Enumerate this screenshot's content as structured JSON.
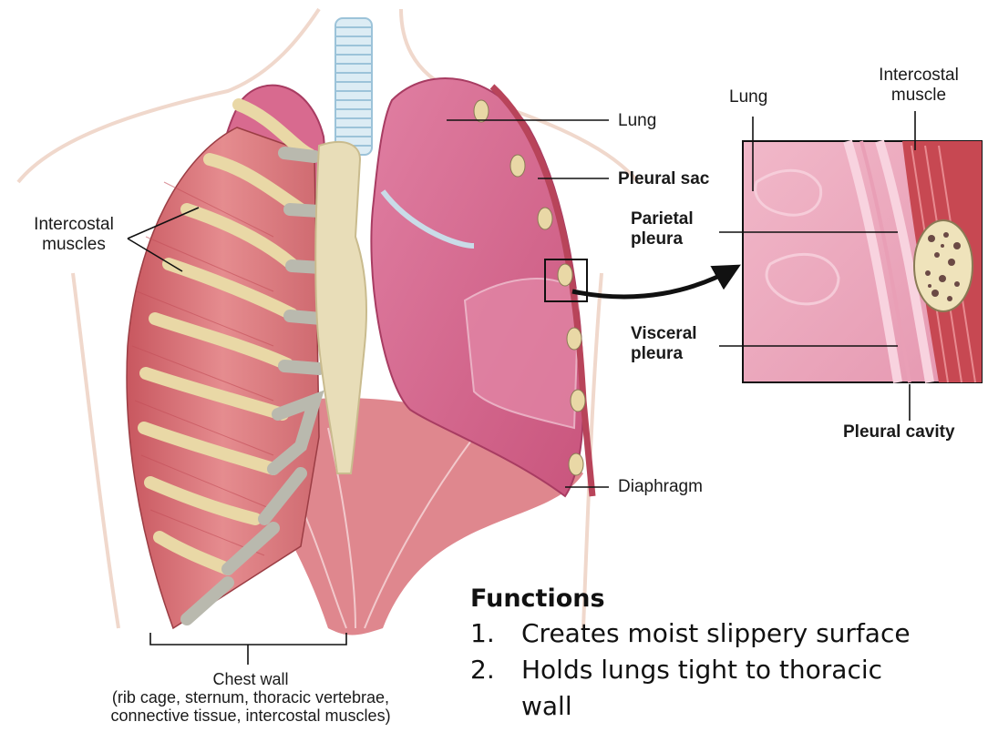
{
  "labels": {
    "intercostal_muscles_left": [
      "Intercostal",
      "muscles"
    ],
    "lung": "Lung",
    "pleural_sac": "Pleural sac",
    "parietal_pleura": [
      "Parietal",
      "pleura"
    ],
    "visceral_pleura": [
      "Visceral",
      "pleura"
    ],
    "diaphragm": "Diaphragm",
    "inset_lung": "Lung",
    "inset_intercostal_muscle": [
      "Intercostal",
      "muscle"
    ],
    "pleural_cavity": "Pleural cavity",
    "chest_wall": "Chest wall",
    "chest_wall_detail": [
      "(rib cage, sternum, thoracic vertebrae,",
      "connective tissue, intercostal muscles)"
    ]
  },
  "functions": {
    "title": "Functions",
    "items": [
      {
        "num": "1.",
        "lines": [
          "Creates moist slippery surface"
        ]
      },
      {
        "num": "2.",
        "lines": [
          "Holds lungs tight to thoracic",
          "wall"
        ]
      }
    ]
  },
  "colors": {
    "lung": "#d86a8f",
    "muscle": "#d9727a",
    "rib": "#e9d8a6",
    "cartilage": "#b9b9ae",
    "sternum": "#e8ddb8",
    "trachea": "#b9d9ea"
  }
}
